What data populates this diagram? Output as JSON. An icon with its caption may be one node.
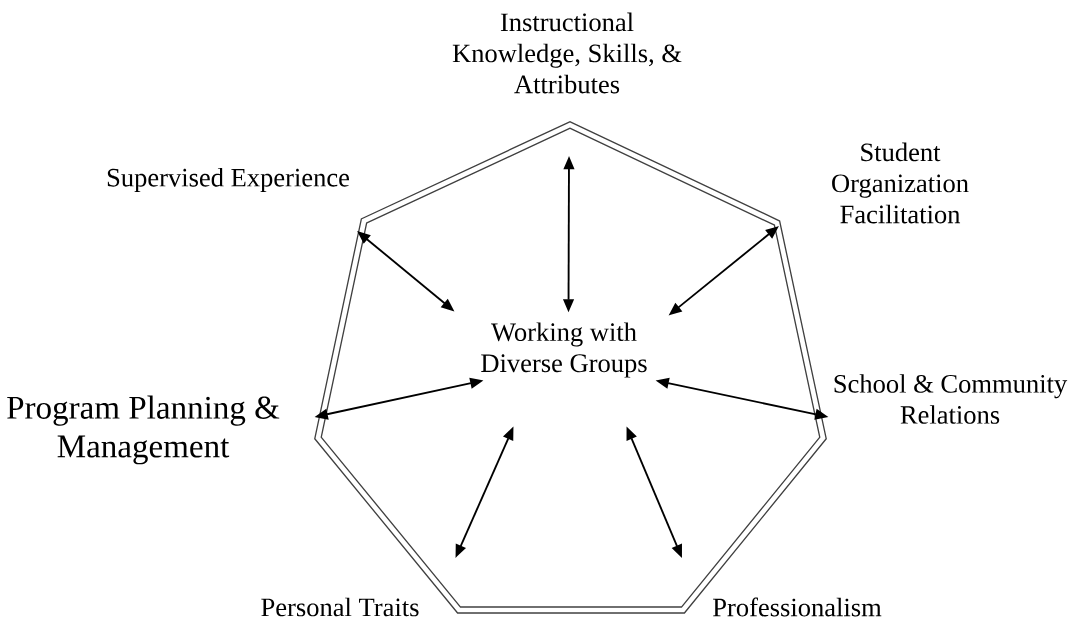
{
  "diagram": {
    "nodes": [
      {
        "text": [],
        "shape": "heptagon"
      },
      {
        "text": [
          "Working with Diverse Groups"
        ],
        "in": 0
      },
      {
        "text": [
          "Instructional Knowledge, Skills, & Attributes"
        ]
      },
      {
        "text": [
          "Supervised Experience"
        ]
      },
      {
        "text": [
          "Student Organization Facilitation"
        ]
      },
      {
        "text": [
          "Program Planning & Management"
        ]
      },
      {
        "text": [
          "School & Community Relations"
        ]
      },
      {
        "text": [
          "Personal Traits"
        ]
      },
      {
        "text": [
          "Professionalism"
        ]
      }
    ],
    "edges": [
      {
        "from": 1,
        "to": 2,
        "arrow": "both"
      },
      {
        "from": 1,
        "to": 3,
        "arrow": "both"
      },
      {
        "from": 1,
        "to": 4,
        "arrow": "both"
      },
      {
        "from": 1,
        "to": 5,
        "arrow": "both"
      },
      {
        "from": 1,
        "to": 6,
        "arrow": "both"
      },
      {
        "from": 1,
        "to": 7,
        "arrow": "both"
      },
      {
        "from": 1,
        "to": 8,
        "arrow": "both"
      }
    ]
  }
}
